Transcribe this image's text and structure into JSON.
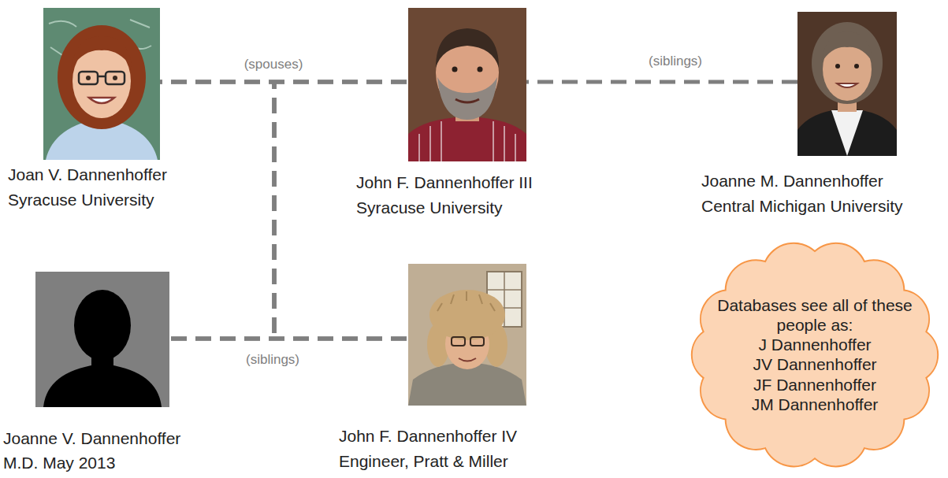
{
  "diagram": {
    "nodes": [
      {
        "text": [
          "Joan V. Dannenhoffer",
          "Syracuse University"
        ]
      },
      {
        "text": [
          "John F. Dannenhoffer III",
          "Syracuse University"
        ]
      },
      {
        "text": [
          "Joanne M. Dannenhoffer",
          "Central Michigan University"
        ]
      },
      {
        "text": [
          "Joanne V. Dannenhoffer",
          "M.D. May 2013"
        ]
      },
      {
        "text": [
          "John F. Dannenhoffer IV",
          "Engineer, Pratt & Miller"
        ]
      },
      {
        "text": [
          "Databases see all of these people as:",
          "J Dannenhoffer",
          "JV Dannenhoffer",
          "JF Dannenhoffer",
          "JM Dannenhoffer"
        ]
      }
    ],
    "edges": [
      {
        "from": 0,
        "to": 1,
        "arrow": "none",
        "label": "(spouses)"
      },
      {
        "from": 1,
        "to": 2,
        "arrow": "none",
        "label": "(siblings)"
      },
      {
        "from": 3,
        "to": 4,
        "arrow": "none",
        "label": "(siblings)"
      },
      {
        "from": 0,
        "to": 3,
        "arrow": "none"
      },
      {
        "from": 0,
        "to": 4,
        "arrow": "none"
      },
      {
        "from": 1,
        "to": 3,
        "arrow": "none"
      },
      {
        "from": 1,
        "to": 4,
        "arrow": "none"
      }
    ]
  }
}
